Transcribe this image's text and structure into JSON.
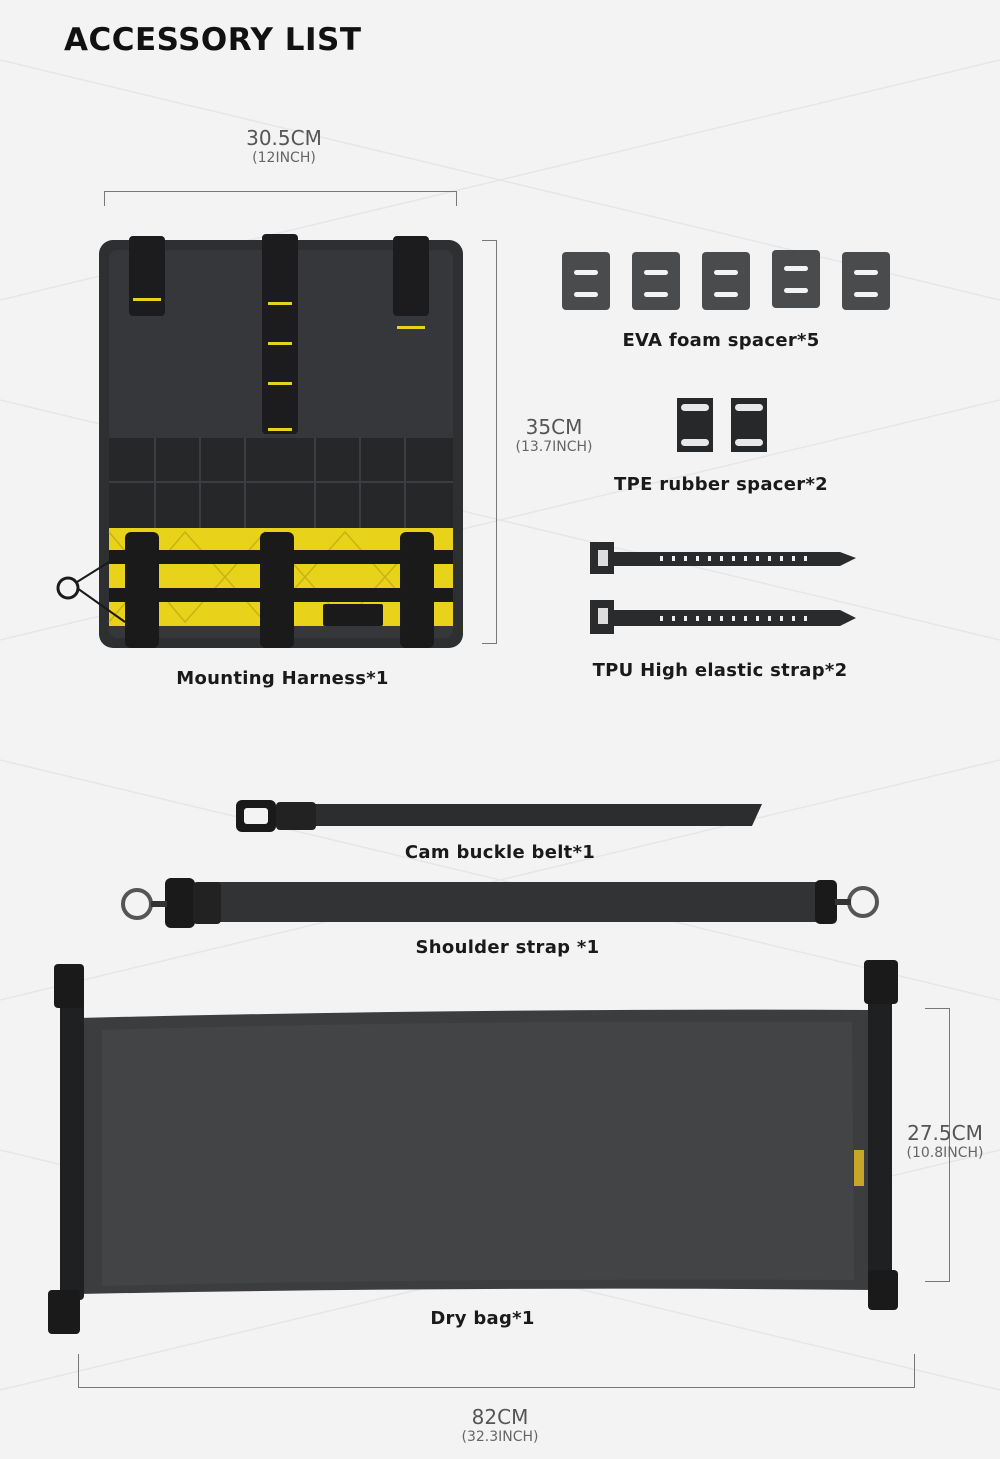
{
  "title": "ACCESSORY LIST",
  "harness": {
    "width_cm": "30.5CM",
    "width_in": "(12INCH)",
    "height_cm": "35CM",
    "height_in": "(13.7INCH)",
    "label": "Mounting Harness*1"
  },
  "eva": {
    "label": "EVA foam spacer*5",
    "count": 5
  },
  "tpe": {
    "label": "TPE rubber spacer*2",
    "count": 2
  },
  "tpu": {
    "label": "TPU High elastic strap*2",
    "count": 2
  },
  "cam": {
    "label": "Cam buckle belt*1"
  },
  "shoulder": {
    "label": "Shoulder strap *1"
  },
  "drybag": {
    "label": "Dry bag*1",
    "height_cm": "27.5CM",
    "height_in": "(10.8INCH)",
    "width_cm": "82CM",
    "width_in": "(32.3INCH)"
  },
  "colors": {
    "accent_yellow": "#e8d21a",
    "fabric": "#2e2f31",
    "background": "#f3f3f4"
  }
}
